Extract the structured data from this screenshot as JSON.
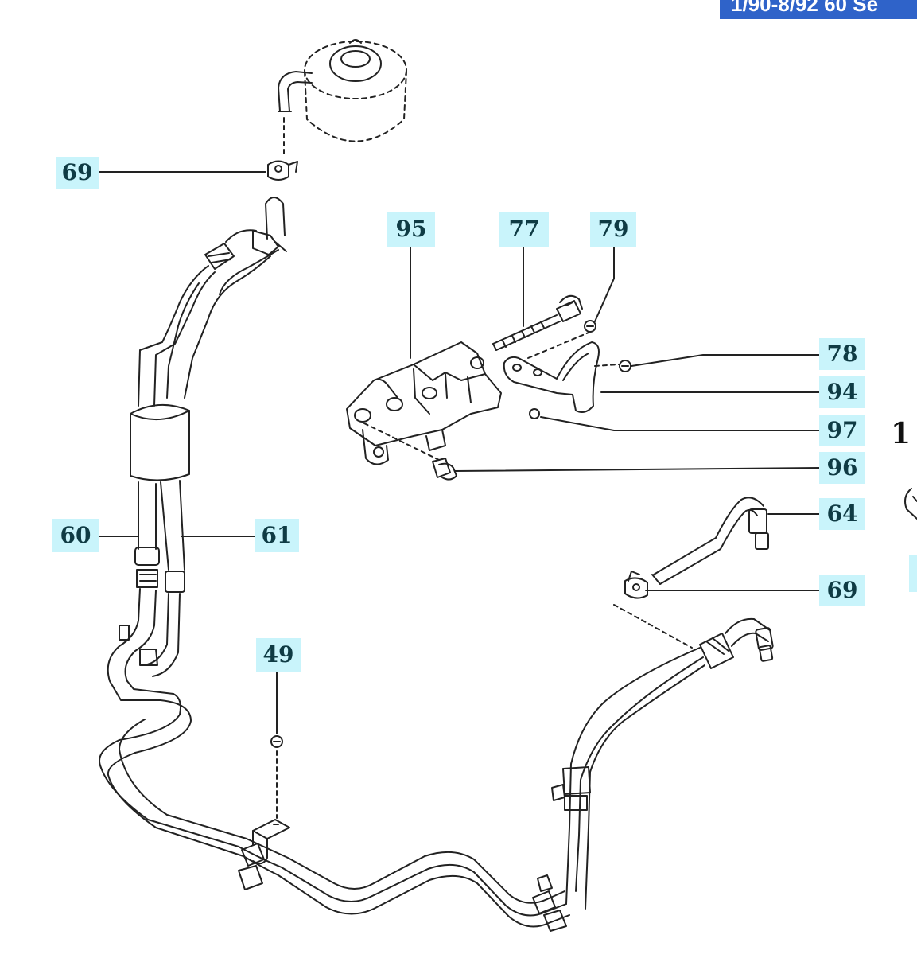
{
  "banner": {
    "text": "1/90-8/92 60 Se"
  },
  "callouts": [
    "69",
    "95",
    "77",
    "79",
    "78",
    "94",
    "97",
    "96",
    "60",
    "61",
    "64",
    "69",
    "49"
  ],
  "edge_number": "1",
  "colors": {
    "label_bg": "#c9f4fb",
    "label_text": "#0f3b44",
    "banner_bg": "#2f63c9",
    "line": "#222222"
  }
}
